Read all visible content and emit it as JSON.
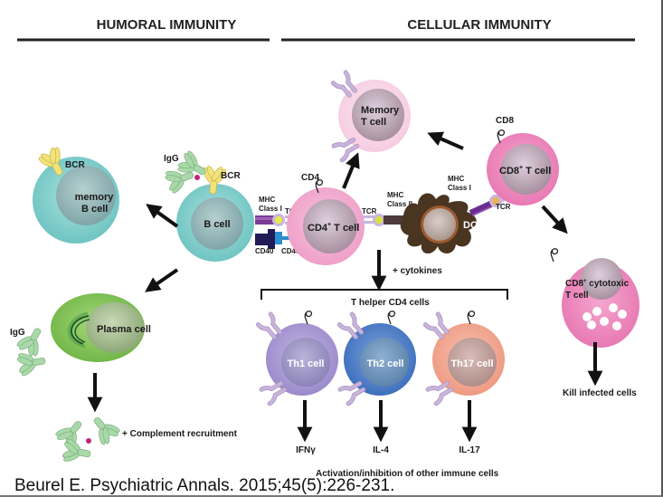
{
  "headers": {
    "humoral": "HUMORAL IMMUNITY",
    "cellular": "CELLULAR IMMUNITY"
  },
  "cells": {
    "memory_b": [
      "memory",
      "B cell"
    ],
    "b_cell": "B cell",
    "plasma": "Plasma cell",
    "cd4_t": "CD4",
    "cd4_t_sup": "+",
    "cd4_t_rest": " T cell",
    "memory_t": [
      "Memory",
      "T cell"
    ],
    "dc": "DC",
    "cd8_t": "CD8",
    "cd8_t_sup": "+",
    "cd8_t_rest": " T cell",
    "cd8_ctl": [
      "CD8",
      "+",
      " cytotoxic",
      "T cell"
    ],
    "th1": "Th1 cell",
    "th2": "Th2 cell",
    "th17": "Th17 cell"
  },
  "labels": {
    "bcr_1": "BCR",
    "bcr_2": "BCR",
    "igg_1": "IgG",
    "igg_2": "IgG",
    "mhc_class_i_b": [
      "MHC",
      "Class I"
    ],
    "tcr_1": "TCR",
    "cd40": "CD40",
    "cd40l": "CD40L",
    "cd4": "CD4",
    "tcr_2": "TCR",
    "mhc_class_ii": [
      "MHC",
      "Class II"
    ],
    "mhc_class_i_dc": [
      "MHC",
      "Class I"
    ],
    "tcr_3": "TCR",
    "cd8": "CD8",
    "cytokines": "+ cytokines",
    "t_helper": "T helper CD4 cells",
    "ifn": "IFNγ",
    "il4": "IL-4",
    "il17": "IL-17",
    "activation": "Activation/inhibition  of other immune cells",
    "kill": "Kill infected cells",
    "complement": "+ Complement recruitment"
  },
  "citation": "Beurel E. Psychiatric Annals. 2015;45(5):226-231.",
  "colors": {
    "b_cell": "#8fd3d0",
    "plasma": "#86c65a",
    "t_cell_pink": "#f3a9cf",
    "memory_t": "#f8d3e6",
    "cd8": "#ec86bb",
    "dc": "#4a3520",
    "th1": "#a99ad3",
    "th2": "#4f7fc8",
    "th17": "#f2a38e",
    "nucleus": "#b9a8b9",
    "antibody": "#a9d8a9",
    "bcr": "#f2e27a"
  }
}
